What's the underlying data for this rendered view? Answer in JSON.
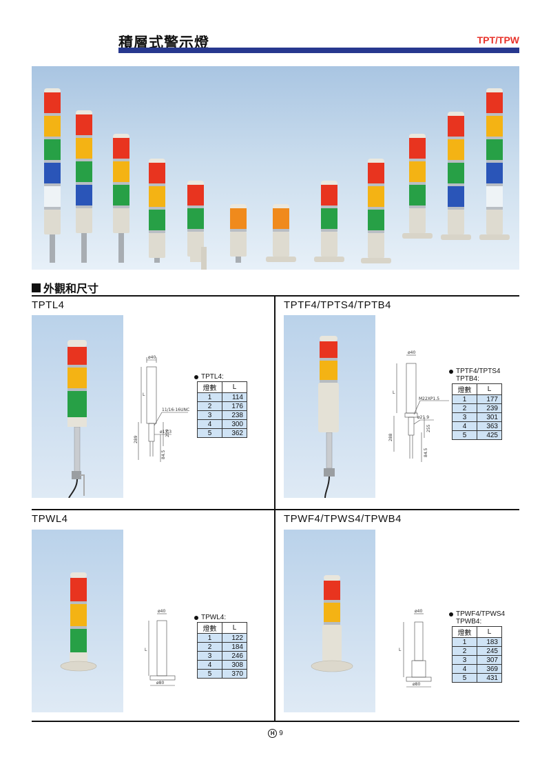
{
  "header": {
    "title": "積層式警示燈",
    "code": "TPT/TPW"
  },
  "section": {
    "title": "外觀和尺寸"
  },
  "colors": {
    "brand_bar": "#27388f",
    "code_red": "#e8322a",
    "table_fill": "#cfe3f5"
  },
  "panels": [
    {
      "model": "TPTL4",
      "caption": [
        "TPTL4:"
      ],
      "table": {
        "headers": [
          "燈數",
          "L"
        ],
        "rows": [
          [
            "1",
            "114"
          ],
          [
            "2",
            "176"
          ],
          [
            "3",
            "238"
          ],
          [
            "4",
            "300"
          ],
          [
            "5",
            "362"
          ]
        ]
      },
      "drawing": {
        "dia_top": "ø40",
        "thread": "11/16-16UNC",
        "dia_pole": "ø17.3",
        "length": "L",
        "total": "289",
        "height": "259",
        "stub": "84.5"
      }
    },
    {
      "model": "TPTF4/TPTS4/TPTB4",
      "caption": [
        "TPTF4/TPTS4",
        "TPTB4:"
      ],
      "table": {
        "headers": [
          "燈數",
          "L"
        ],
        "rows": [
          [
            "1",
            "177"
          ],
          [
            "2",
            "239"
          ],
          [
            "3",
            "301"
          ],
          [
            "4",
            "363"
          ],
          [
            "5",
            "425"
          ]
        ]
      },
      "drawing": {
        "dia_top": "ø40",
        "thread": "M22XP1.5",
        "dia_pole": "ø21.9",
        "length": "L",
        "total": "288",
        "height": "255",
        "stub": "84.5"
      }
    },
    {
      "model": "TPWL4",
      "caption": [
        "TPWL4:"
      ],
      "table": {
        "headers": [
          "燈數",
          "L"
        ],
        "rows": [
          [
            "1",
            "122"
          ],
          [
            "2",
            "184"
          ],
          [
            "3",
            "246"
          ],
          [
            "4",
            "308"
          ],
          [
            "5",
            "370"
          ]
        ]
      },
      "drawing": {
        "dia_top": "ø40",
        "dia_base": "ø80",
        "length": "L"
      }
    },
    {
      "model": "TPWF4/TPWS4/TPWB4",
      "caption": [
        "TPWF4/TPWS4",
        "TPWB4:"
      ],
      "table": {
        "headers": [
          "燈數",
          "L"
        ],
        "rows": [
          [
            "1",
            "183"
          ],
          [
            "2",
            "245"
          ],
          [
            "3",
            "307"
          ],
          [
            "4",
            "369"
          ],
          [
            "5",
            "431"
          ]
        ]
      },
      "drawing": {
        "dia_top": "ø40",
        "dia_base": "ø80",
        "length": "L"
      }
    }
  ],
  "footer": {
    "mark": "H",
    "page": "9"
  }
}
